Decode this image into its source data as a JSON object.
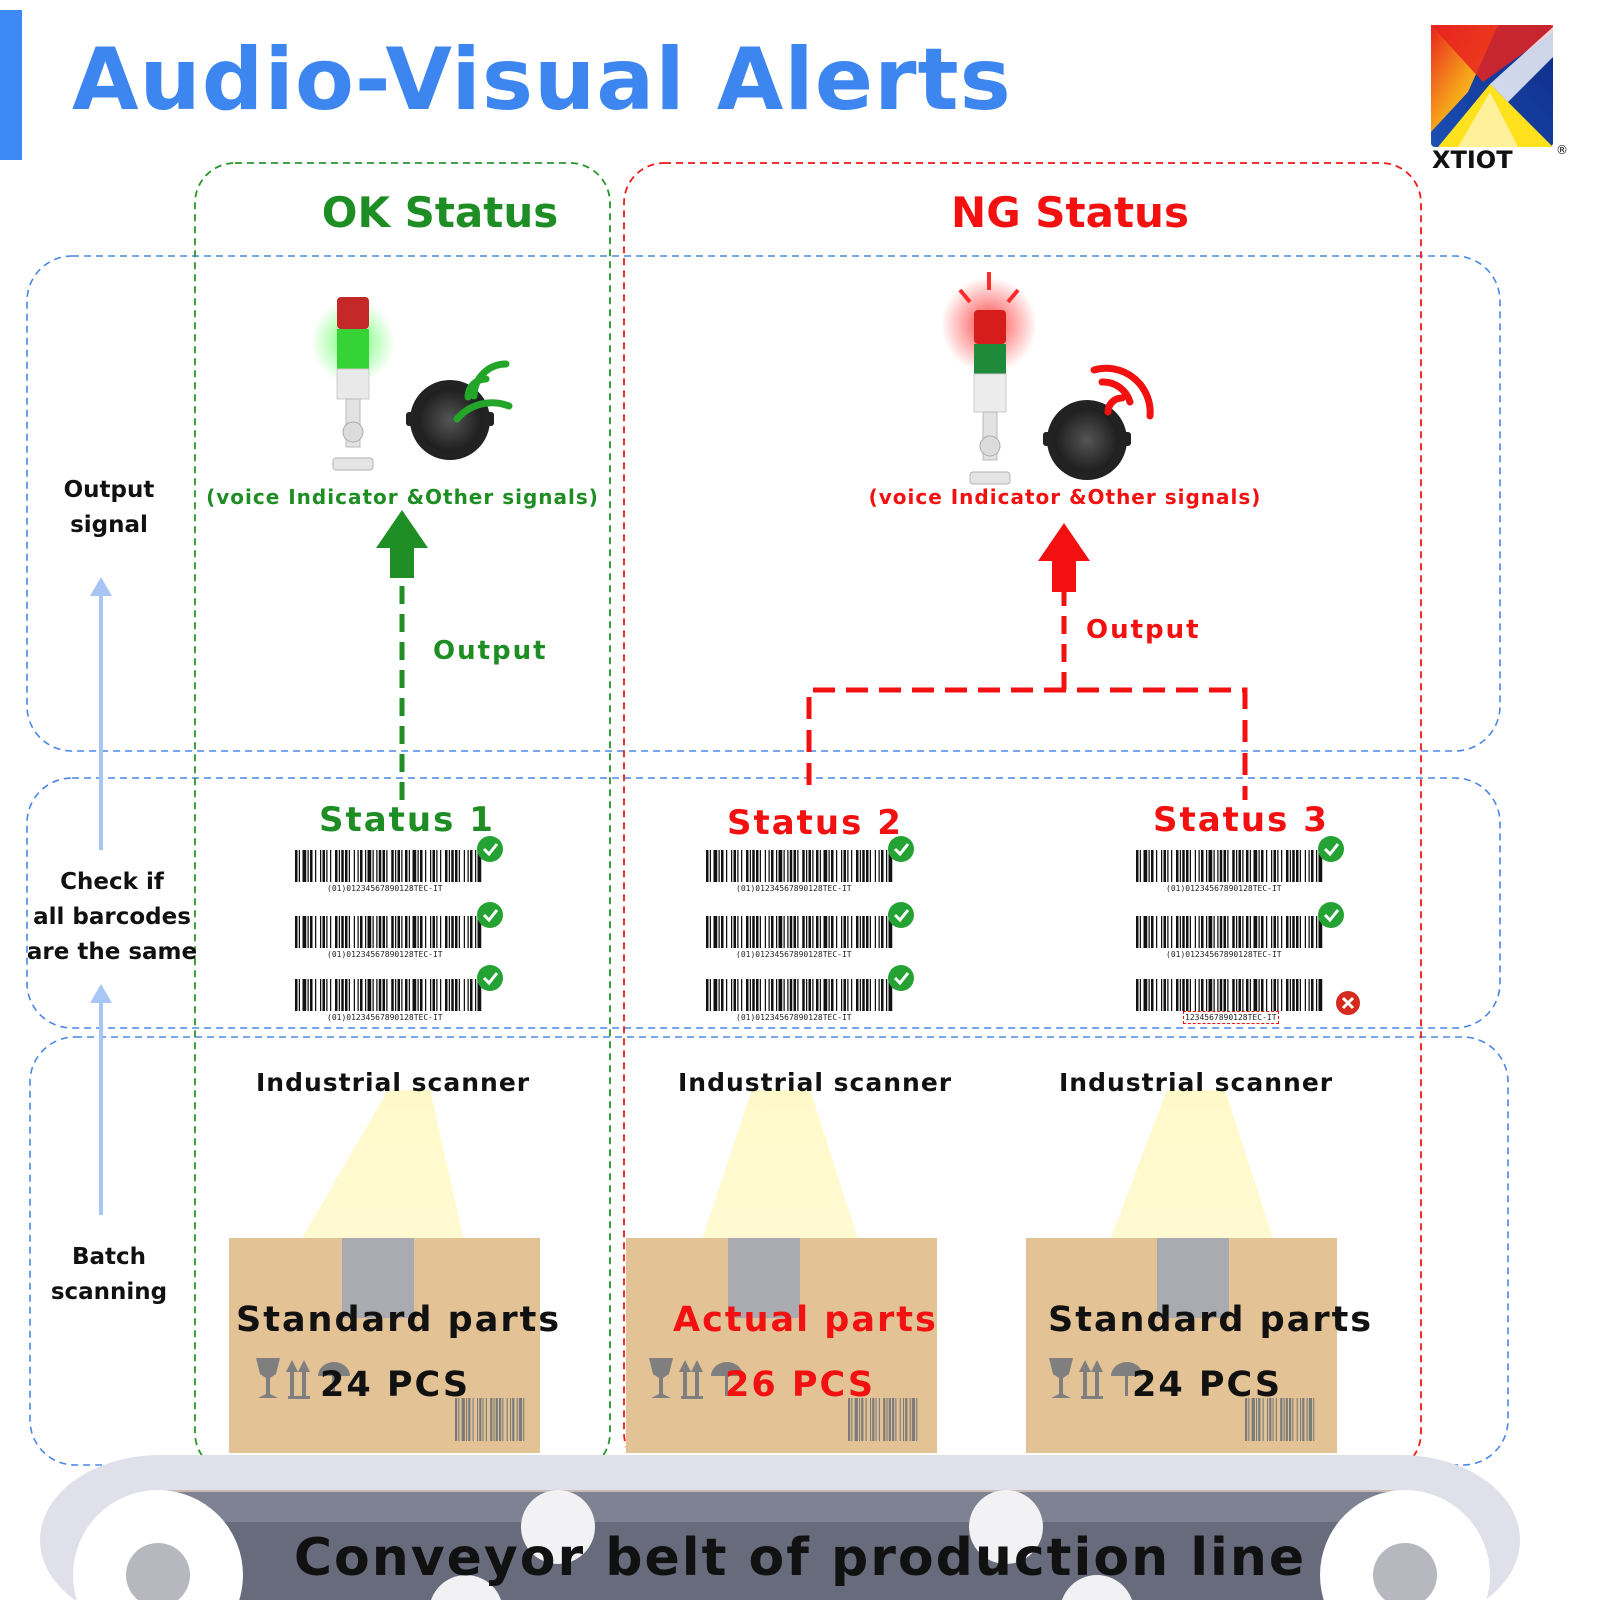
{
  "title": "Audio-Visual Alerts",
  "logo": {
    "brand": "XTIOT",
    "mark": "®"
  },
  "sections": {
    "ok_title": "OK Status",
    "ng_title": "NG Status"
  },
  "side_labels": {
    "output_signal": [
      "Output",
      "signal"
    ],
    "check": [
      "Check if",
      "all barcodes",
      "are the same"
    ],
    "batch": [
      "Batch",
      "scanning"
    ]
  },
  "signals_caption": "(voice  Indicator &Other signals)",
  "output_label": "Output",
  "statuses": [
    {
      "label": "Status 1",
      "result": "ok",
      "barcodes": [
        "(01)01234567890128TEC-IT",
        "(01)01234567890128TEC-IT",
        "(01)01234567890128TEC-IT"
      ],
      "checks": [
        "ok",
        "ok",
        "ok"
      ]
    },
    {
      "label": "Status 2",
      "result": "ng",
      "barcodes": [
        "(01)01234567890128TEC-IT",
        "(01)01234567890128TEC-IT",
        "(01)01234567890128TEC-IT"
      ],
      "checks": [
        "ok",
        "ok",
        "ok"
      ]
    },
    {
      "label": "Status 3",
      "result": "ng",
      "barcodes": [
        "(01)01234567890128TEC-IT",
        "(01)01234567890128TEC-IT",
        "1234567890128TEC-IT"
      ],
      "checks": [
        "ok",
        "ok",
        "error"
      ]
    }
  ],
  "scanner_label": "Industrial scanner",
  "boxes": [
    {
      "title": "Standard parts",
      "qty": "24 PCS",
      "highlight": false
    },
    {
      "title": "Actual parts",
      "qty": "26 PCS",
      "highlight": true
    },
    {
      "title": "Standard parts",
      "qty": "24 PCS",
      "highlight": false
    }
  ],
  "conveyor_label": "Conveyor belt of production line",
  "colors": {
    "ok": "#1e8e24",
    "ng": "#f21010",
    "accent": "#3d86f0",
    "box": "#e3c396",
    "tape": "#a9abb1",
    "belt": "#686b7c"
  }
}
